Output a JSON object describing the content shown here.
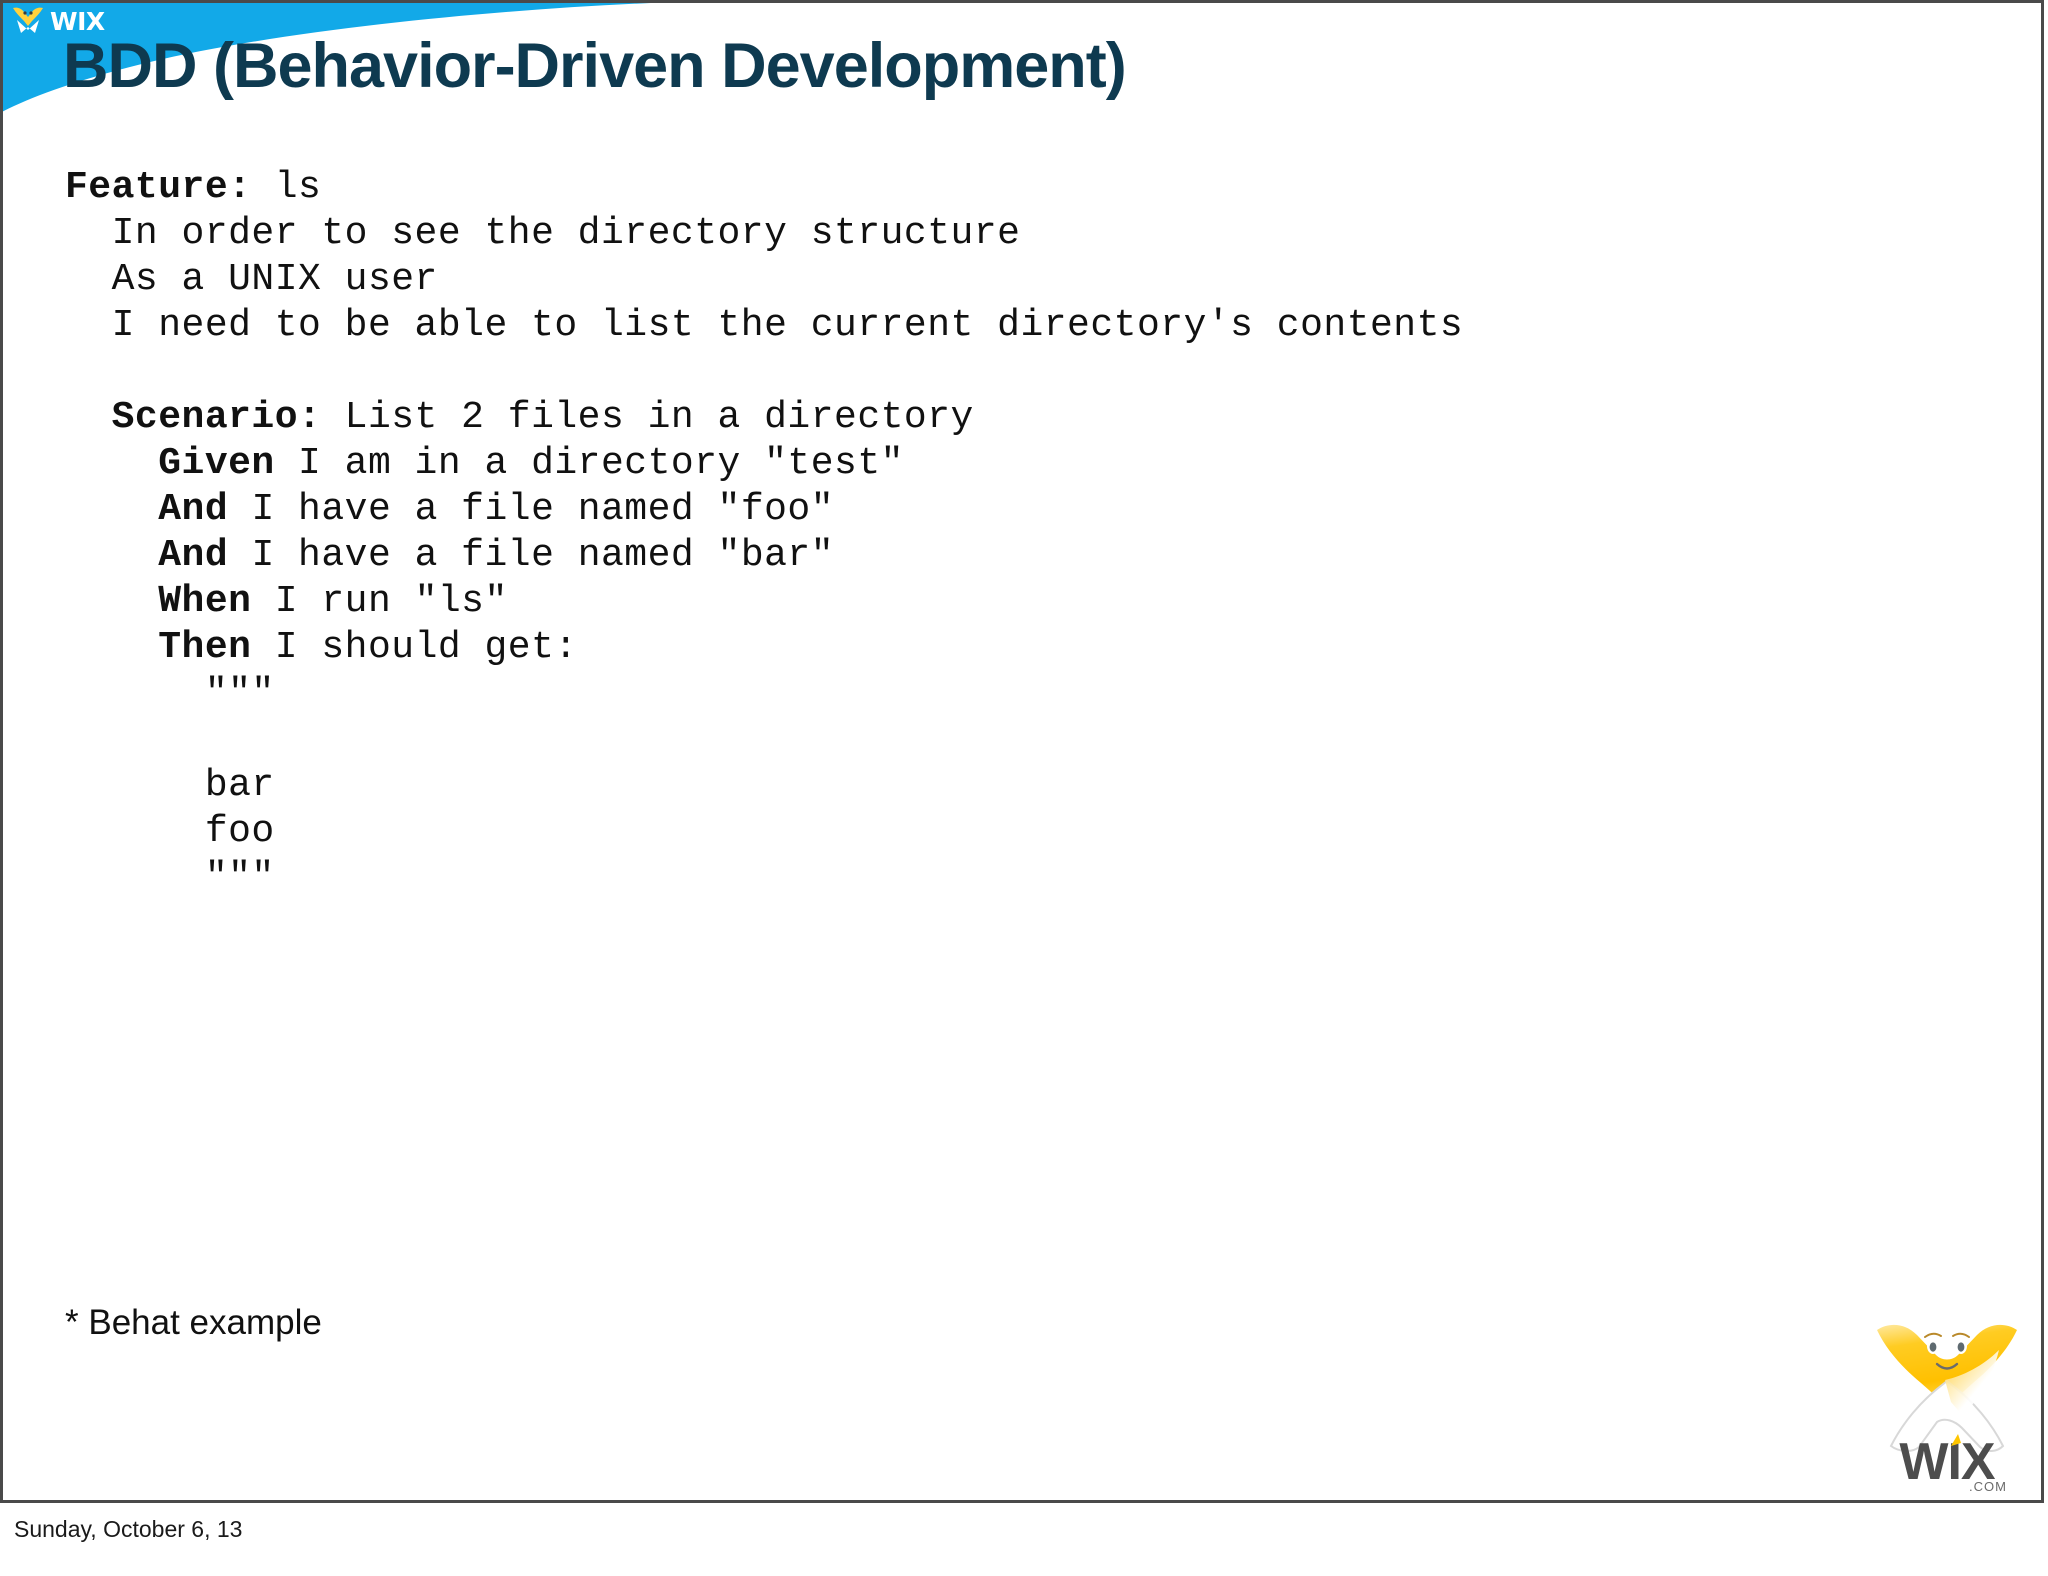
{
  "header": {
    "logo_text": "WIX",
    "logo_icon": "wix-x-mascot-icon"
  },
  "title": "BDD (Behavior-Driven Development)",
  "code": {
    "lines": [
      {
        "keyword": "Feature:",
        "text": " ls",
        "indent": 0
      },
      {
        "keyword": "",
        "text": "  In order to see the directory structure",
        "indent": 0
      },
      {
        "keyword": "",
        "text": "  As a UNIX user",
        "indent": 0
      },
      {
        "keyword": "",
        "text": "  I need to be able to list the current directory's contents",
        "indent": 0
      },
      {
        "keyword": "",
        "text": "",
        "indent": 0
      },
      {
        "keyword": "  Scenario:",
        "text": " List 2 files in a directory",
        "indent": 0
      },
      {
        "keyword": "    Given",
        "text": " I am in a directory \"test\"",
        "indent": 0
      },
      {
        "keyword": "    And",
        "text": " I have a file named \"foo\"",
        "indent": 0
      },
      {
        "keyword": "    And",
        "text": " I have a file named \"bar\"",
        "indent": 0
      },
      {
        "keyword": "    When",
        "text": " I run \"ls\"",
        "indent": 0
      },
      {
        "keyword": "    Then",
        "text": " I should get:",
        "indent": 0
      },
      {
        "keyword": "",
        "text": "      \"\"\"",
        "indent": 0
      },
      {
        "keyword": "",
        "text": "",
        "indent": 0
      },
      {
        "keyword": "",
        "text": "      bar",
        "indent": 0
      },
      {
        "keyword": "",
        "text": "      foo",
        "indent": 0
      },
      {
        "keyword": "",
        "text": "      \"\"\"",
        "indent": 0
      }
    ]
  },
  "footnote": "* Behat example",
  "brand": {
    "wordmark": "WIX",
    "tld": ".COM",
    "icon": "wix-x-mascot-icon"
  },
  "date": "Sunday, October 6, 13",
  "colors": {
    "title": "#0e3a50",
    "swoosh_blue": "#12a9e8",
    "brand_yellow": "#ffc600",
    "slide_border": "#4a4a4a",
    "text": "#111111"
  }
}
